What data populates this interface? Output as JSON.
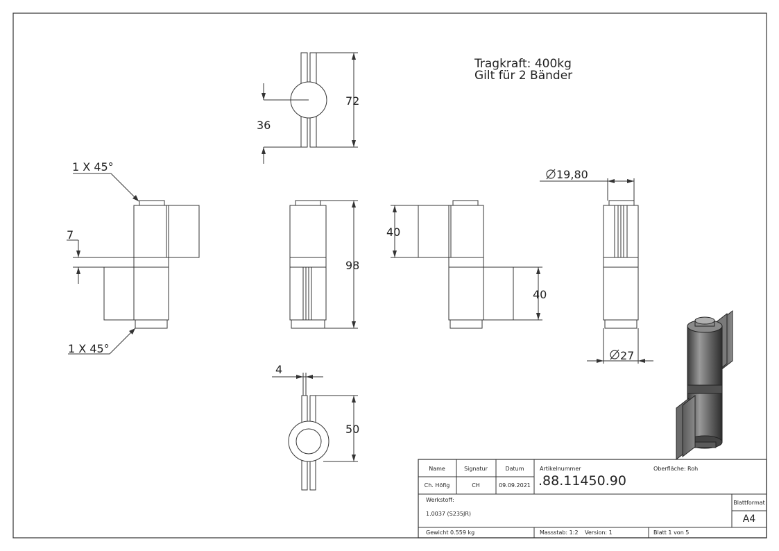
{
  "notes": {
    "load_capacity": "Tragkraft: 400kg",
    "applies_to": "Gilt für 2 Bänder"
  },
  "dimensions": {
    "top_height": "72",
    "top_center": "36",
    "chamfer_top": "1 X 45°",
    "chamfer_bottom": "1 X 45°",
    "gap": "7",
    "total_height": "98",
    "leaf_height_upper": "40",
    "leaf_height_lower": "40",
    "pin_diameter": "19,80",
    "outer_diameter": "27",
    "leaf_thickness": "4",
    "bottom_height": "50"
  },
  "title_block": {
    "name_header": "Name",
    "signature_header": "Signatur",
    "date_header": "Datum",
    "name_value": "Ch. Höfig",
    "signature_value": "CH",
    "date_value": "09.09.2021",
    "article_label": "Artikelnummer",
    "article_number": ".88.11450.90",
    "surface_label": "Oberfläche:",
    "surface_value": "Roh",
    "material_label": "Werkstoff:",
    "material_value": "1.0037 (S235JR)",
    "format_label": "Blattformat",
    "format_value": "A4",
    "weight": "Gewicht 0.559 kg",
    "scale": "Massstab: 1:2",
    "version": "Version: 1",
    "sheet": "Blatt 1 von 5"
  }
}
